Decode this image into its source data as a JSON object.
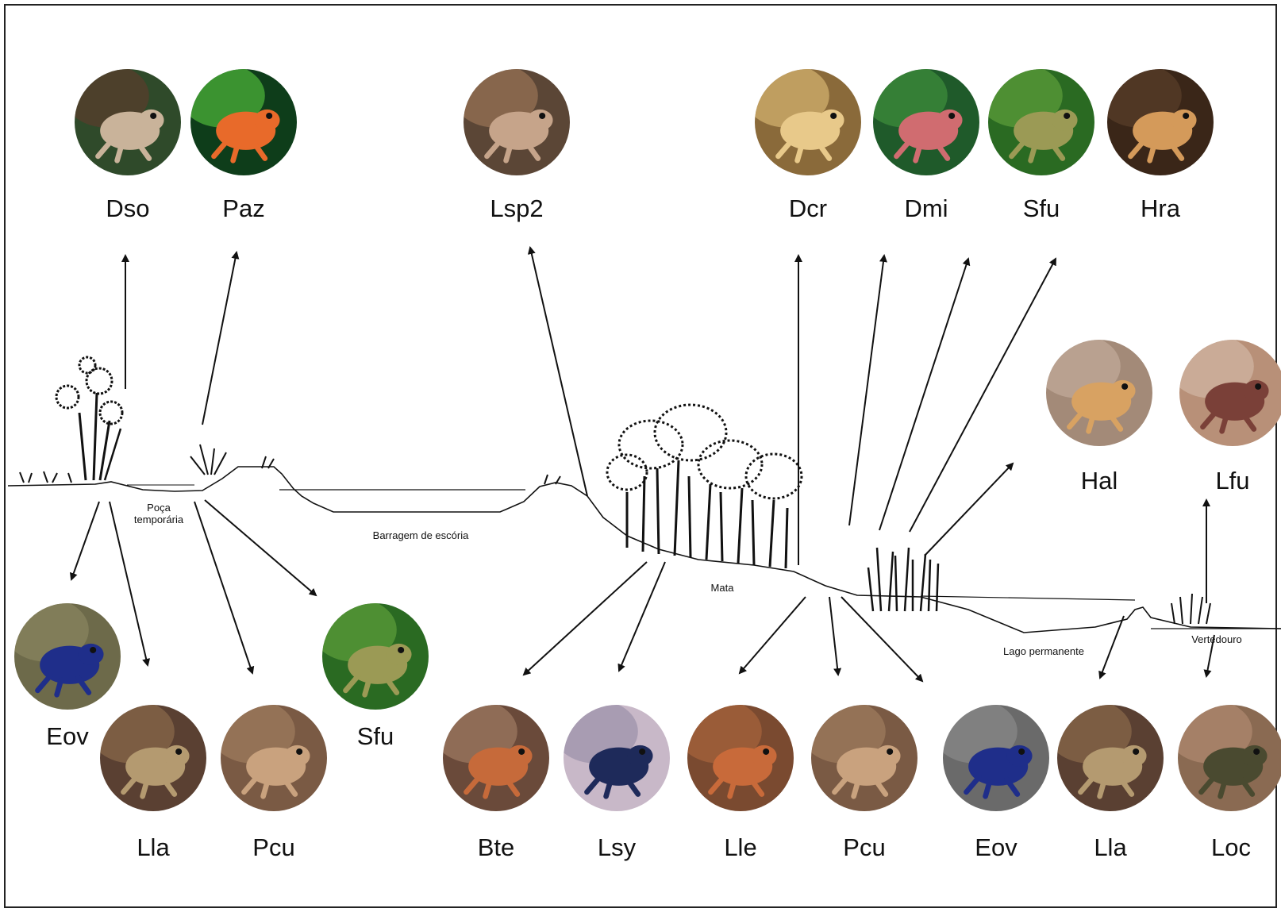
{
  "habitats": {
    "poca": "Poça\ntemporária",
    "barragem": "Barragem de escória",
    "mata": "Mata",
    "lago": "Lago permanente",
    "vertedouro": "Vertedouro"
  },
  "species": [
    {
      "id": "dso",
      "code": "Dso",
      "colors": [
        "#2f4a2a",
        "#5a3c2c",
        "#c9b39a"
      ]
    },
    {
      "id": "paz",
      "code": "Paz",
      "colors": [
        "#0e3d1a",
        "#4fb83a",
        "#e86a2a"
      ]
    },
    {
      "id": "lsp2",
      "code": "Lsp2",
      "colors": [
        "#5b4636",
        "#9a7355",
        "#c6a48a"
      ]
    },
    {
      "id": "dcr",
      "code": "Dcr",
      "colors": [
        "#8a6a3a",
        "#d6b571",
        "#e8c98a"
      ]
    },
    {
      "id": "dmi",
      "code": "Dmi",
      "colors": [
        "#1f5a2a",
        "#3f8f3c",
        "#d06c70"
      ]
    },
    {
      "id": "sfu1",
      "code": "Sfu",
      "colors": [
        "#2a6a22",
        "#5ea03a",
        "#9b9a55"
      ]
    },
    {
      "id": "hra",
      "code": "Hra",
      "colors": [
        "#3a2618",
        "#5a3e2a",
        "#d49a5a"
      ]
    },
    {
      "id": "hal",
      "code": "Hal",
      "colors": [
        "#a38a78",
        "#c2ab9a",
        "#d8a262"
      ]
    },
    {
      "id": "lfu",
      "code": "Lfu",
      "colors": [
        "#b89078",
        "#d2b6a4",
        "#7a4038"
      ]
    },
    {
      "id": "eov1",
      "code": "Eov",
      "colors": [
        "#6d6a4a",
        "#8a8660",
        "#1f2e8a"
      ]
    },
    {
      "id": "lla1",
      "code": "Lla",
      "colors": [
        "#5a4032",
        "#8a6a4a",
        "#b49a70"
      ]
    },
    {
      "id": "pcu1",
      "code": "Pcu",
      "colors": [
        "#7a5a44",
        "#a07c5e",
        "#c9a27e"
      ]
    },
    {
      "id": "sfu2",
      "code": "Sfu",
      "colors": [
        "#2a6a22",
        "#5ea03a",
        "#9b9a55"
      ]
    },
    {
      "id": "bte",
      "code": "Bte",
      "colors": [
        "#6a4a3a",
        "#a07a62",
        "#c66a3a"
      ]
    },
    {
      "id": "lsy",
      "code": "Lsy",
      "colors": [
        "#c8b8c8",
        "#9a90a8",
        "#1e2a5a"
      ]
    },
    {
      "id": "lle",
      "code": "Lle",
      "colors": [
        "#7a4a30",
        "#a8643c",
        "#c86a3a"
      ]
    },
    {
      "id": "pcu2",
      "code": "Pcu",
      "colors": [
        "#7a5a44",
        "#a07c5e",
        "#c9a27e"
      ]
    },
    {
      "id": "eov2",
      "code": "Eov",
      "colors": [
        "#6a6a6a",
        "#8a8a8a",
        "#1f2e8a"
      ]
    },
    {
      "id": "lla2",
      "code": "Lla",
      "colors": [
        "#5a4032",
        "#8a6a4a",
        "#b49a70"
      ]
    },
    {
      "id": "loc",
      "code": "Loc",
      "colors": [
        "#8a6a52",
        "#b08a70",
        "#4a4a30"
      ]
    }
  ]
}
